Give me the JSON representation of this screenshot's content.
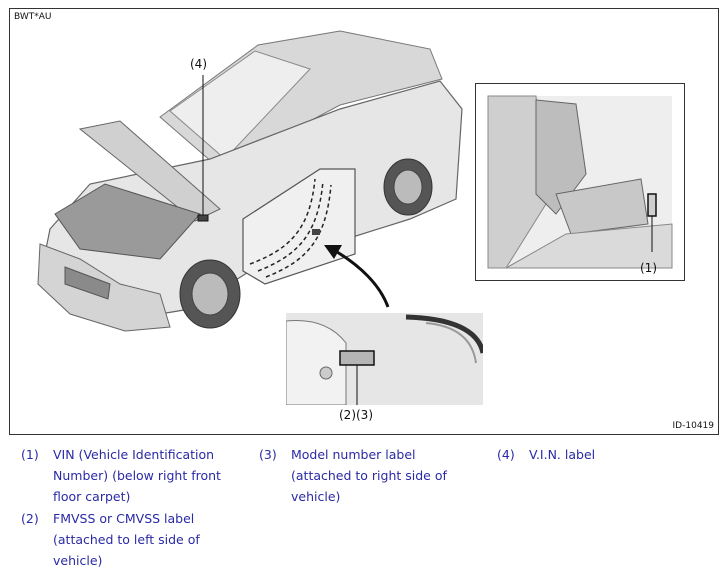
{
  "figure": {
    "code": "BWT*AU",
    "id": "ID-10419",
    "callouts": {
      "c4": "(4)",
      "c1": "(1)",
      "c23": "(2)(3)"
    }
  },
  "legend": [
    {
      "num": "(1)",
      "lines": [
        "VIN (Vehicle Identification",
        "Number) (below right front",
        "floor carpet)"
      ]
    },
    {
      "num": "(2)",
      "lines": [
        "FMVSS or CMVSS label",
        "(attached to left side of",
        "vehicle)"
      ]
    },
    {
      "num": "(3)",
      "lines": [
        "Model number label",
        "(attached to right side of",
        "vehicle)"
      ]
    },
    {
      "num": "(4)",
      "lines": [
        "V.I.N. label"
      ]
    }
  ],
  "colors": {
    "legend_text": "#2a2aa6",
    "frame": "#333333",
    "car_body": "#e4e4e4",
    "car_shade": "#b8b8b8"
  }
}
